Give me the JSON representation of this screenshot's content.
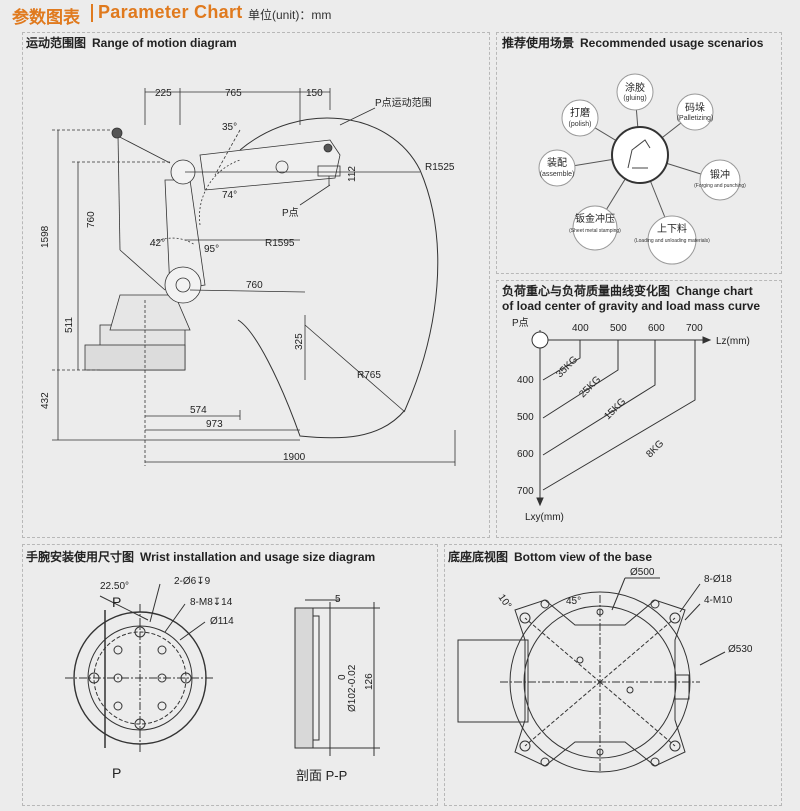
{
  "header": {
    "title_cn": "参数图表",
    "title_en": "Parameter Chart",
    "unit": "单位(unit)：mm"
  },
  "motion": {
    "title_cn": "运动范围图",
    "title_en": "Range of motion diagram",
    "labels": {
      "d225": "225",
      "d765": "765",
      "d150": "150",
      "p_range": "P点运动范围",
      "r1525": "R1525",
      "d112": "112",
      "p_point": "P点",
      "r1595": "R1595",
      "d760v": "760",
      "d760h": "760",
      "d1598": "1598",
      "d511": "511",
      "d432": "432",
      "d325": "325",
      "r765": "R765",
      "d574": "574",
      "d973": "973",
      "d1900": "1900",
      "a35": "35°",
      "a74": "74°",
      "a42": "42°",
      "a95": "95°"
    }
  },
  "scenarios": {
    "title_cn": "推荐使用场景",
    "title_en": "Recommended usage scenarios",
    "items": [
      {
        "cn": "涂胶",
        "en": "(gluing)"
      },
      {
        "cn": "码垛",
        "en": "(Palletizing)"
      },
      {
        "cn": "锻冲",
        "en": "(Forging and punching)"
      },
      {
        "cn": "上下料",
        "en": "(Loading and unloading materials)"
      },
      {
        "cn": "钣金冲压",
        "en": "(Sheet metal stamping)"
      },
      {
        "cn": "装配",
        "en": "(assemble)"
      },
      {
        "cn": "打磨",
        "en": "(polish)"
      }
    ]
  },
  "load": {
    "title_cn": "负荷重心与负荷质量曲线变化图",
    "title_en1": "Change chart",
    "title_en2": "of load center of gravity and load mass curve",
    "p_label": "P点",
    "x_axis": "Lz(mm)",
    "y_axis": "Lxy(mm)",
    "x_ticks": [
      "400",
      "500",
      "600",
      "700"
    ],
    "y_ticks": [
      "400",
      "500",
      "600",
      "700"
    ],
    "curves": [
      "35KG",
      "25KG",
      "15KG",
      "8KG"
    ]
  },
  "wrist": {
    "title_cn": "手腕安装使用尺寸图",
    "title_en": "Wrist installation and usage size diagram",
    "labels": {
      "angle": "22.50°",
      "holes1": "2-Ø6↧9",
      "holes2": "8-M8↧14",
      "d114": "Ø114",
      "p_top": "P",
      "p_bot": "P",
      "d5": "5",
      "d102": "Ø102-0.02",
      "d0": "0",
      "d126": "126",
      "section": "剖面 P-P"
    }
  },
  "base": {
    "title_cn": "底座底视图",
    "title_en": "Bottom view of the base",
    "labels": {
      "d500": "Ø500",
      "holes18": "8-Ø18",
      "m10": "4-M10",
      "a10": "10°",
      "a45": "45°",
      "d530": "Ø530"
    }
  }
}
